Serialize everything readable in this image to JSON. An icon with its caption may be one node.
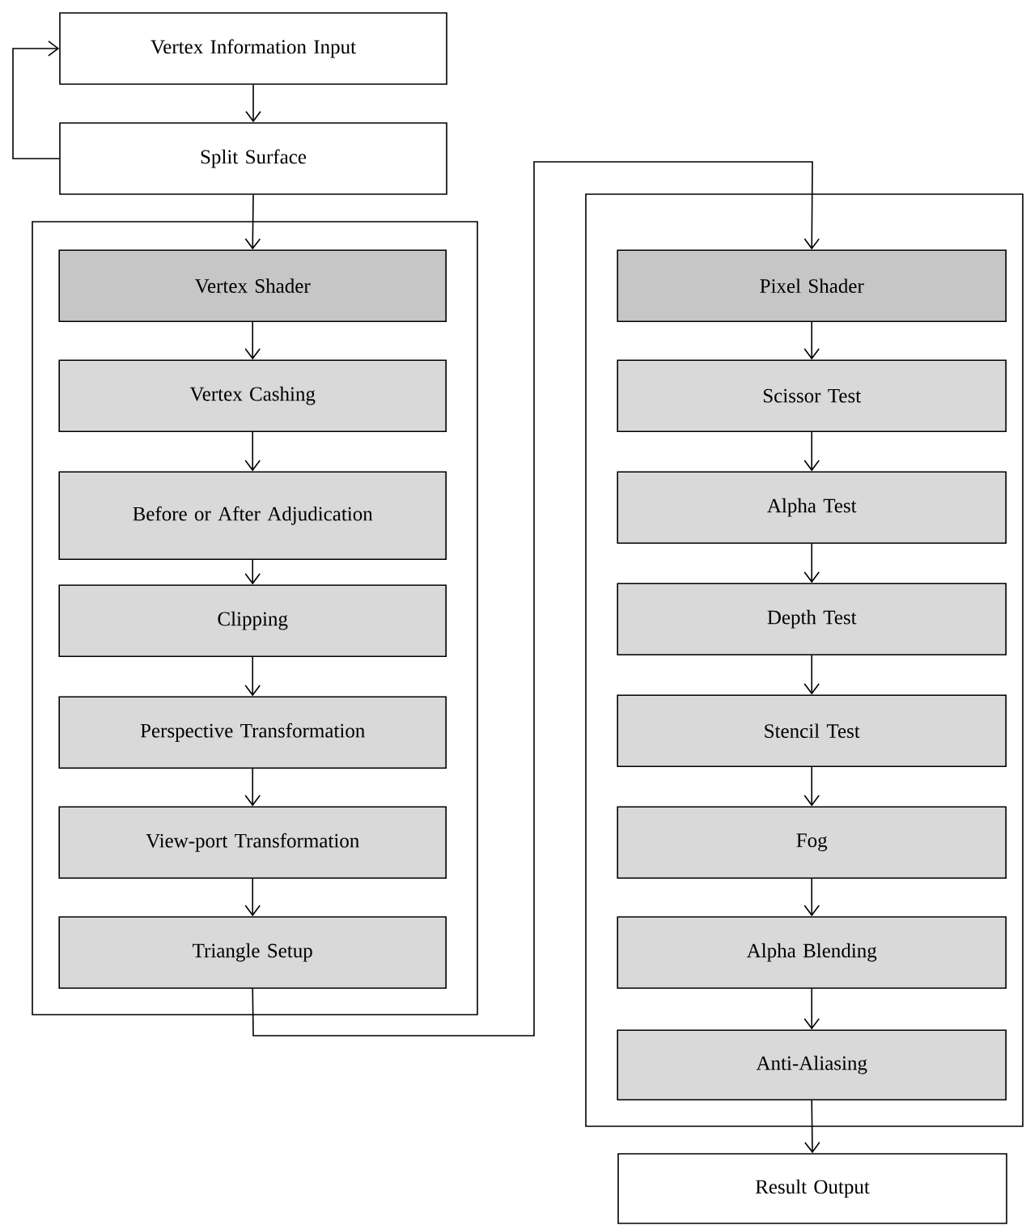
{
  "diagram": {
    "nodes": [
      {
        "text": [
          "Vertex Information Input"
        ]
      },
      {
        "text": [
          "Split Surface"
        ]
      },
      {
        "text": [],
        "shape": "box"
      },
      {
        "text": [
          "Vertex Shader"
        ],
        "in": 2
      },
      {
        "text": [
          "Vertex Cashing"
        ],
        "in": 2
      },
      {
        "text": [
          "Before or After Adjudication"
        ],
        "in": 2
      },
      {
        "text": [
          "Clipping"
        ],
        "in": 2
      },
      {
        "text": [
          "Perspective Transformation"
        ],
        "in": 2
      },
      {
        "text": [
          "View-port Transformation"
        ],
        "in": 2
      },
      {
        "text": [
          "Triangle Setup"
        ],
        "in": 2
      },
      {
        "text": [],
        "shape": "box"
      },
      {
        "text": [
          "Pixel Shader"
        ],
        "in": 10
      },
      {
        "text": [
          "Scissor Test"
        ],
        "in": 10
      },
      {
        "text": [
          "Alpha Test"
        ],
        "in": 10
      },
      {
        "text": [
          "Depth Test"
        ],
        "in": 10
      },
      {
        "text": [
          "Stencil Test"
        ],
        "in": 10
      },
      {
        "text": [
          "Fog"
        ],
        "in": 10
      },
      {
        "text": [
          "Alpha Blending"
        ],
        "in": 10
      },
      {
        "text": [
          "Anti-Aliasing"
        ],
        "in": 10
      },
      {
        "text": [
          "Result Output"
        ]
      }
    ],
    "edges": [
      {
        "from": 0,
        "to": 1,
        "arrow": "to"
      },
      {
        "from": 1,
        "to": 0,
        "arrow": "to"
      },
      {
        "from": 1,
        "to": 3,
        "arrow": "to"
      },
      {
        "from": 3,
        "to": 4,
        "arrow": "to"
      },
      {
        "from": 4,
        "to": 5,
        "arrow": "to"
      },
      {
        "from": 5,
        "to": 6,
        "arrow": "to"
      },
      {
        "from": 6,
        "to": 7,
        "arrow": "to"
      },
      {
        "from": 7,
        "to": 8,
        "arrow": "to"
      },
      {
        "from": 8,
        "to": 9,
        "arrow": "to"
      },
      {
        "from": 9,
        "to": 11,
        "arrow": "to"
      },
      {
        "from": 11,
        "to": 12,
        "arrow": "to"
      },
      {
        "from": 12,
        "to": 13,
        "arrow": "to"
      },
      {
        "from": 13,
        "to": 14,
        "arrow": "to"
      },
      {
        "from": 14,
        "to": 15,
        "arrow": "to"
      },
      {
        "from": 15,
        "to": 16,
        "arrow": "to"
      },
      {
        "from": 16,
        "to": 17,
        "arrow": "to"
      },
      {
        "from": 17,
        "to": 18,
        "arrow": "to"
      },
      {
        "from": 18,
        "to": 19,
        "arrow": "to"
      }
    ]
  }
}
